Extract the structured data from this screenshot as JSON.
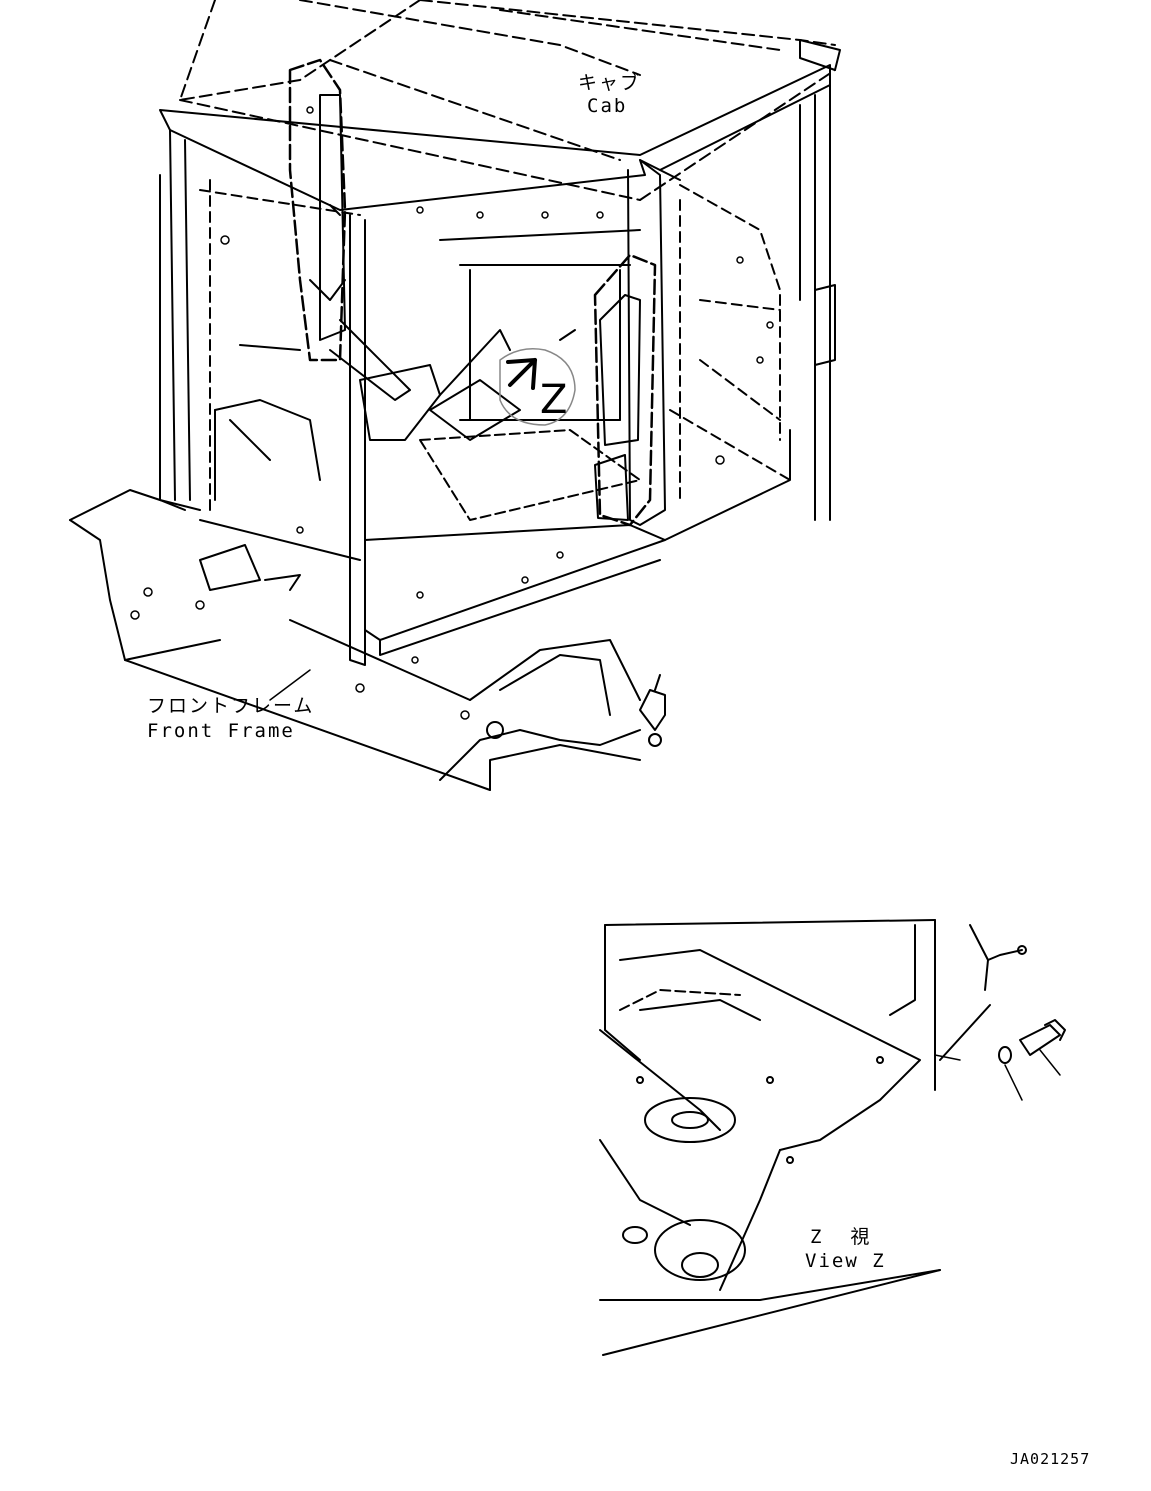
{
  "labels": {
    "cab_jp": "キャブ",
    "cab_en": "Cab",
    "frame_jp": "フロントフレーム",
    "frame_en": "Front Frame",
    "view_marker": "Z",
    "view_jp": "Z  視",
    "view_en": "View Z",
    "doc_id": "JA021257"
  },
  "style": {
    "line_color": "#000000",
    "background": "#ffffff"
  }
}
